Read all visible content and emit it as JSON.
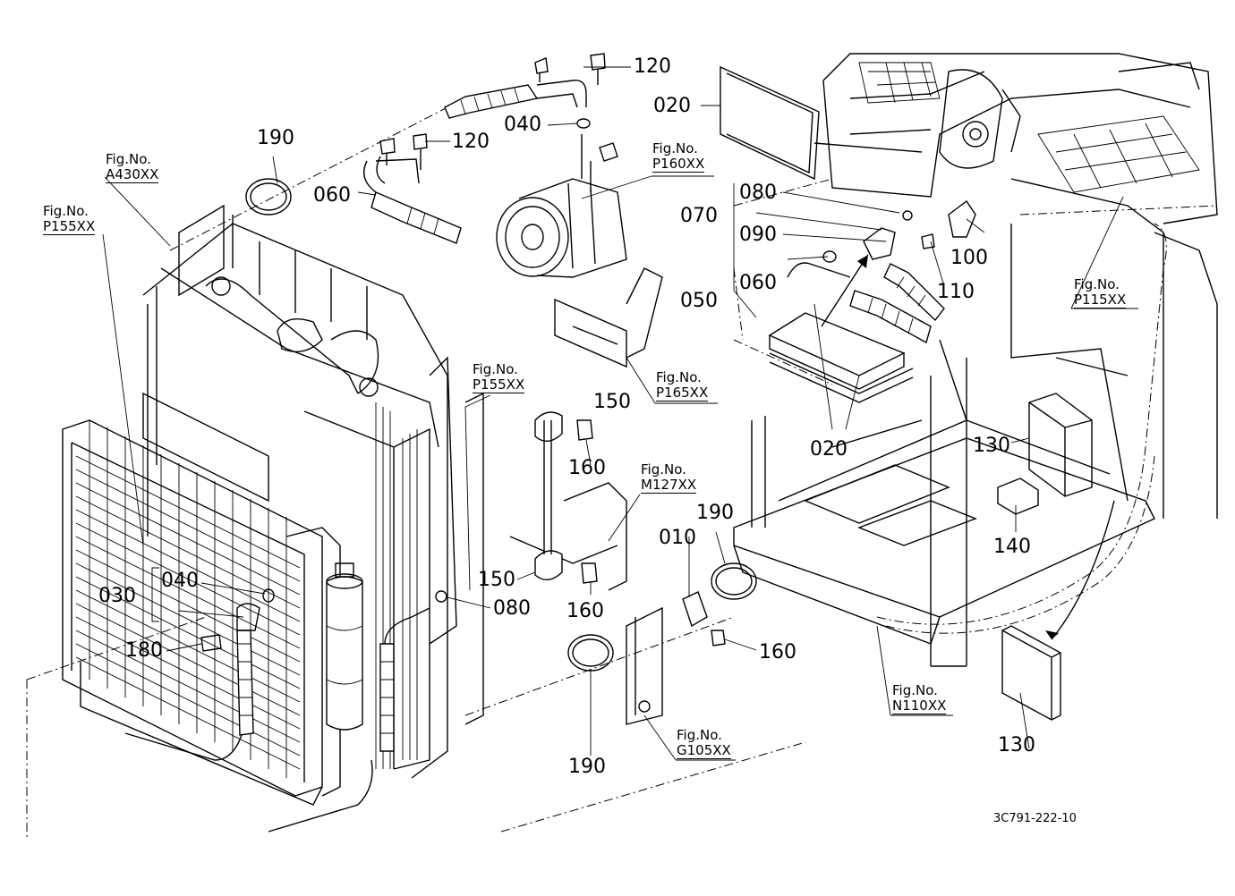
{
  "parts": {
    "p120a": "120",
    "p020a": "020",
    "p040a": "040",
    "p120b": "120",
    "p190a": "190",
    "p060a": "060",
    "p080a": "080",
    "p070": "070",
    "p090": "090",
    "p100": "100",
    "p050": "050",
    "p060b": "060",
    "p110": "110",
    "p150a": "150",
    "p160a": "160",
    "p020b": "020",
    "p130a": "130",
    "p190b": "190",
    "p010": "010",
    "p140": "140",
    "p030": "030",
    "p040b": "040",
    "p150b": "150",
    "p080b": "080",
    "p160b": "160",
    "p180": "180",
    "p160c": "160",
    "p190c": "190",
    "p130b": "130"
  },
  "figs": {
    "fig_label": "Fig.No.",
    "a430": "A430XX",
    "p155a": "P155XX",
    "p160": "P160XX",
    "p115": "P115XX",
    "p155b": "P155XX",
    "p165": "P165XX",
    "m127": "M127XX",
    "n110": "N110XX",
    "g105": "G105XX"
  },
  "drawing_code": "3C791-222-10"
}
